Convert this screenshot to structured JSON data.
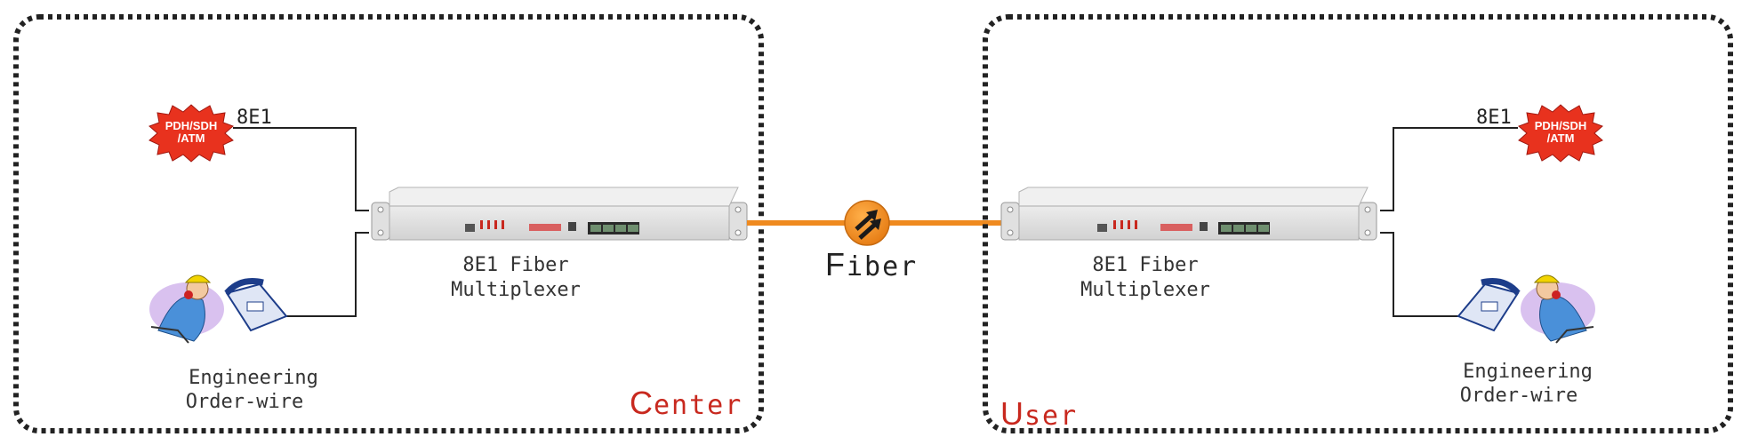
{
  "left": {
    "badge_line1": "PDH/SDH",
    "badge_line2": "/ATM",
    "e1_label": "8E1",
    "device_line1": "8E1 Fiber",
    "device_line2": "Multiplexer",
    "phone_line1": "Engineering",
    "phone_line2": "Order-wire",
    "zone_initial": "C",
    "zone_rest": "enter"
  },
  "fiber": {
    "initial": "F",
    "rest": "iber"
  },
  "right": {
    "badge_line1": "PDH/SDH",
    "badge_line2": "/ATM",
    "e1_label": "8E1",
    "device_line1": "8E1 Fiber",
    "device_line2": "Multiplexer",
    "phone_line1": "Engineering",
    "phone_line2": "Order-wire",
    "zone_initial": "U",
    "zone_rest": "ser"
  },
  "colors": {
    "border": "#222222",
    "fiber_line": "#ef8a1f",
    "accent_red": "#c8281e",
    "badge_fill": "#e8321e",
    "device_body": "#e6e6e6"
  }
}
